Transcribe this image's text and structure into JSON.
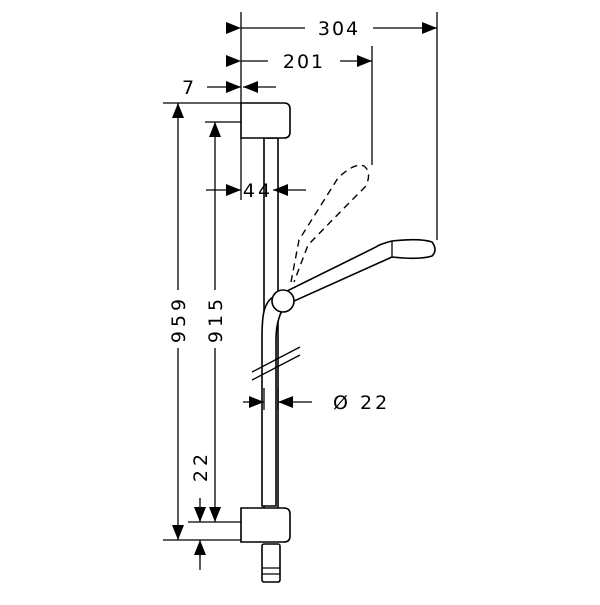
{
  "dimensions": {
    "width_total": "304",
    "width_handshower": "201",
    "wall_offset": "7",
    "bar_spacing": "44",
    "height_total": "959",
    "height_bar": "915",
    "bottom_offset": "22",
    "bar_diameter": "Ø 22"
  }
}
